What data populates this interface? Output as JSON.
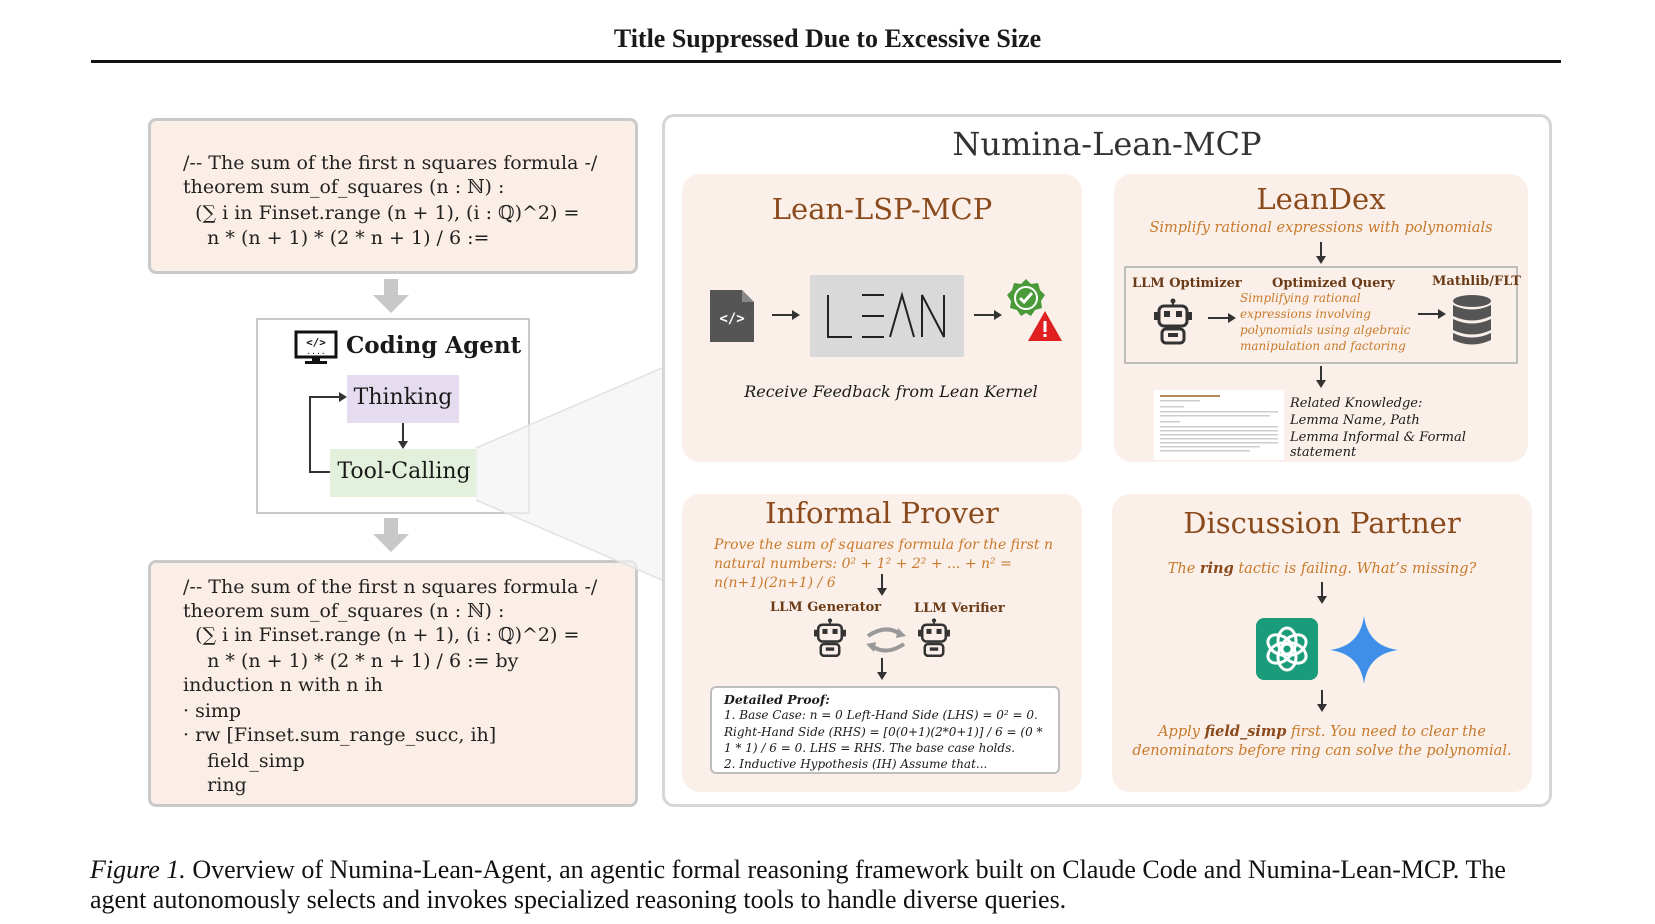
{
  "header": {
    "title": "Title Suppressed Due to Excessive Size"
  },
  "input_code": {
    "lines": [
      "/-- The sum of the first n squares formula -/",
      "theorem sum_of_squares (n : ℕ) :",
      "  (∑ i in Finset.range (n + 1), (i : ℚ)^2) =",
      "    n * (n + 1) * (2 * n + 1) / 6 :="
    ]
  },
  "agent": {
    "title": "Coding Agent",
    "thinking": "Thinking",
    "tool_calling": "Tool-Calling"
  },
  "output_code": {
    "lines": [
      "/-- The sum of the first n squares formula -/",
      "theorem sum_of_squares (n : ℕ) :",
      "  (∑ i in Finset.range (n + 1), (i : ℚ)^2) =",
      "    n * (n + 1) * (2 * n + 1) / 6 := by",
      "induction n with n ih",
      "· simp",
      "· rw [Finset.sum_range_succ, ih]",
      "    field_simp",
      "    ring"
    ]
  },
  "mcp": {
    "title": "Numina-Lean-MCP",
    "lean_lsp": {
      "title": "Lean-LSP-MCP",
      "logo_text": "LEAN",
      "caption": "Receive Feedback from Lean Kernel"
    },
    "leandex": {
      "title": "LeanDex",
      "query": "Simplify rational expressions with polynomials",
      "llm_optimizer": "LLM Optimizer",
      "optimized_query_label": "Optimized Query",
      "optimized_query_text": "Simplifying rational expressions involving polynomials using algebraic manipulation and factoring",
      "mathlib": "Mathlib/FLT",
      "related": [
        "Related Knowledge:",
        "Lemma Name, Path",
        "Lemma Informal & Formal statement"
      ]
    },
    "informal_prover": {
      "title": "Informal Prover",
      "prompt": "Prove the sum of squares formula for the first n natural numbers: 0² + 1² + 2² + ... + n² = n(n+1)(2n+1) / 6",
      "generator": "LLM Generator",
      "verifier": "LLM Verifier",
      "proof_title": "Detailed Proof:",
      "proof_lines": [
        "1. Base Case: n = 0 Left-Hand Side (LHS) = 0² = 0.",
        "Right-Hand Side (RHS) = [0(0+1)(2*0+1)] / 6 = (0 *",
        "1 * 1) / 6 = 0. LHS = RHS. The base case holds.",
        "2. Inductive Hypothesis (IH) Assume that..."
      ]
    },
    "discussion": {
      "title": "Discussion Partner",
      "question_pre": "The ",
      "question_bold": "ring",
      "question_post": " tactic is failing. What’s missing?",
      "answer_pre": "Apply ",
      "answer_bold": "field_simp",
      "answer_post": " first. You need to clear the",
      "answer_line2": "denominators before ring can solve the polynomial."
    }
  },
  "caption": {
    "label": "Figure 1.",
    "text": " Overview of Numina-Lean-Agent, an agentic formal reasoning framework built on Claude Code and Numina-Lean-MCP. The agent autonomously selects and invokes specialized reasoning tools to handle diverse queries."
  },
  "colors": {
    "panel_bg": "#fbf0e9",
    "title_brown": "#8a4a1c",
    "accent_orange": "#c77a2c",
    "thinking_bg": "#e6dcf0",
    "tool_bg": "#e2f0dc"
  }
}
